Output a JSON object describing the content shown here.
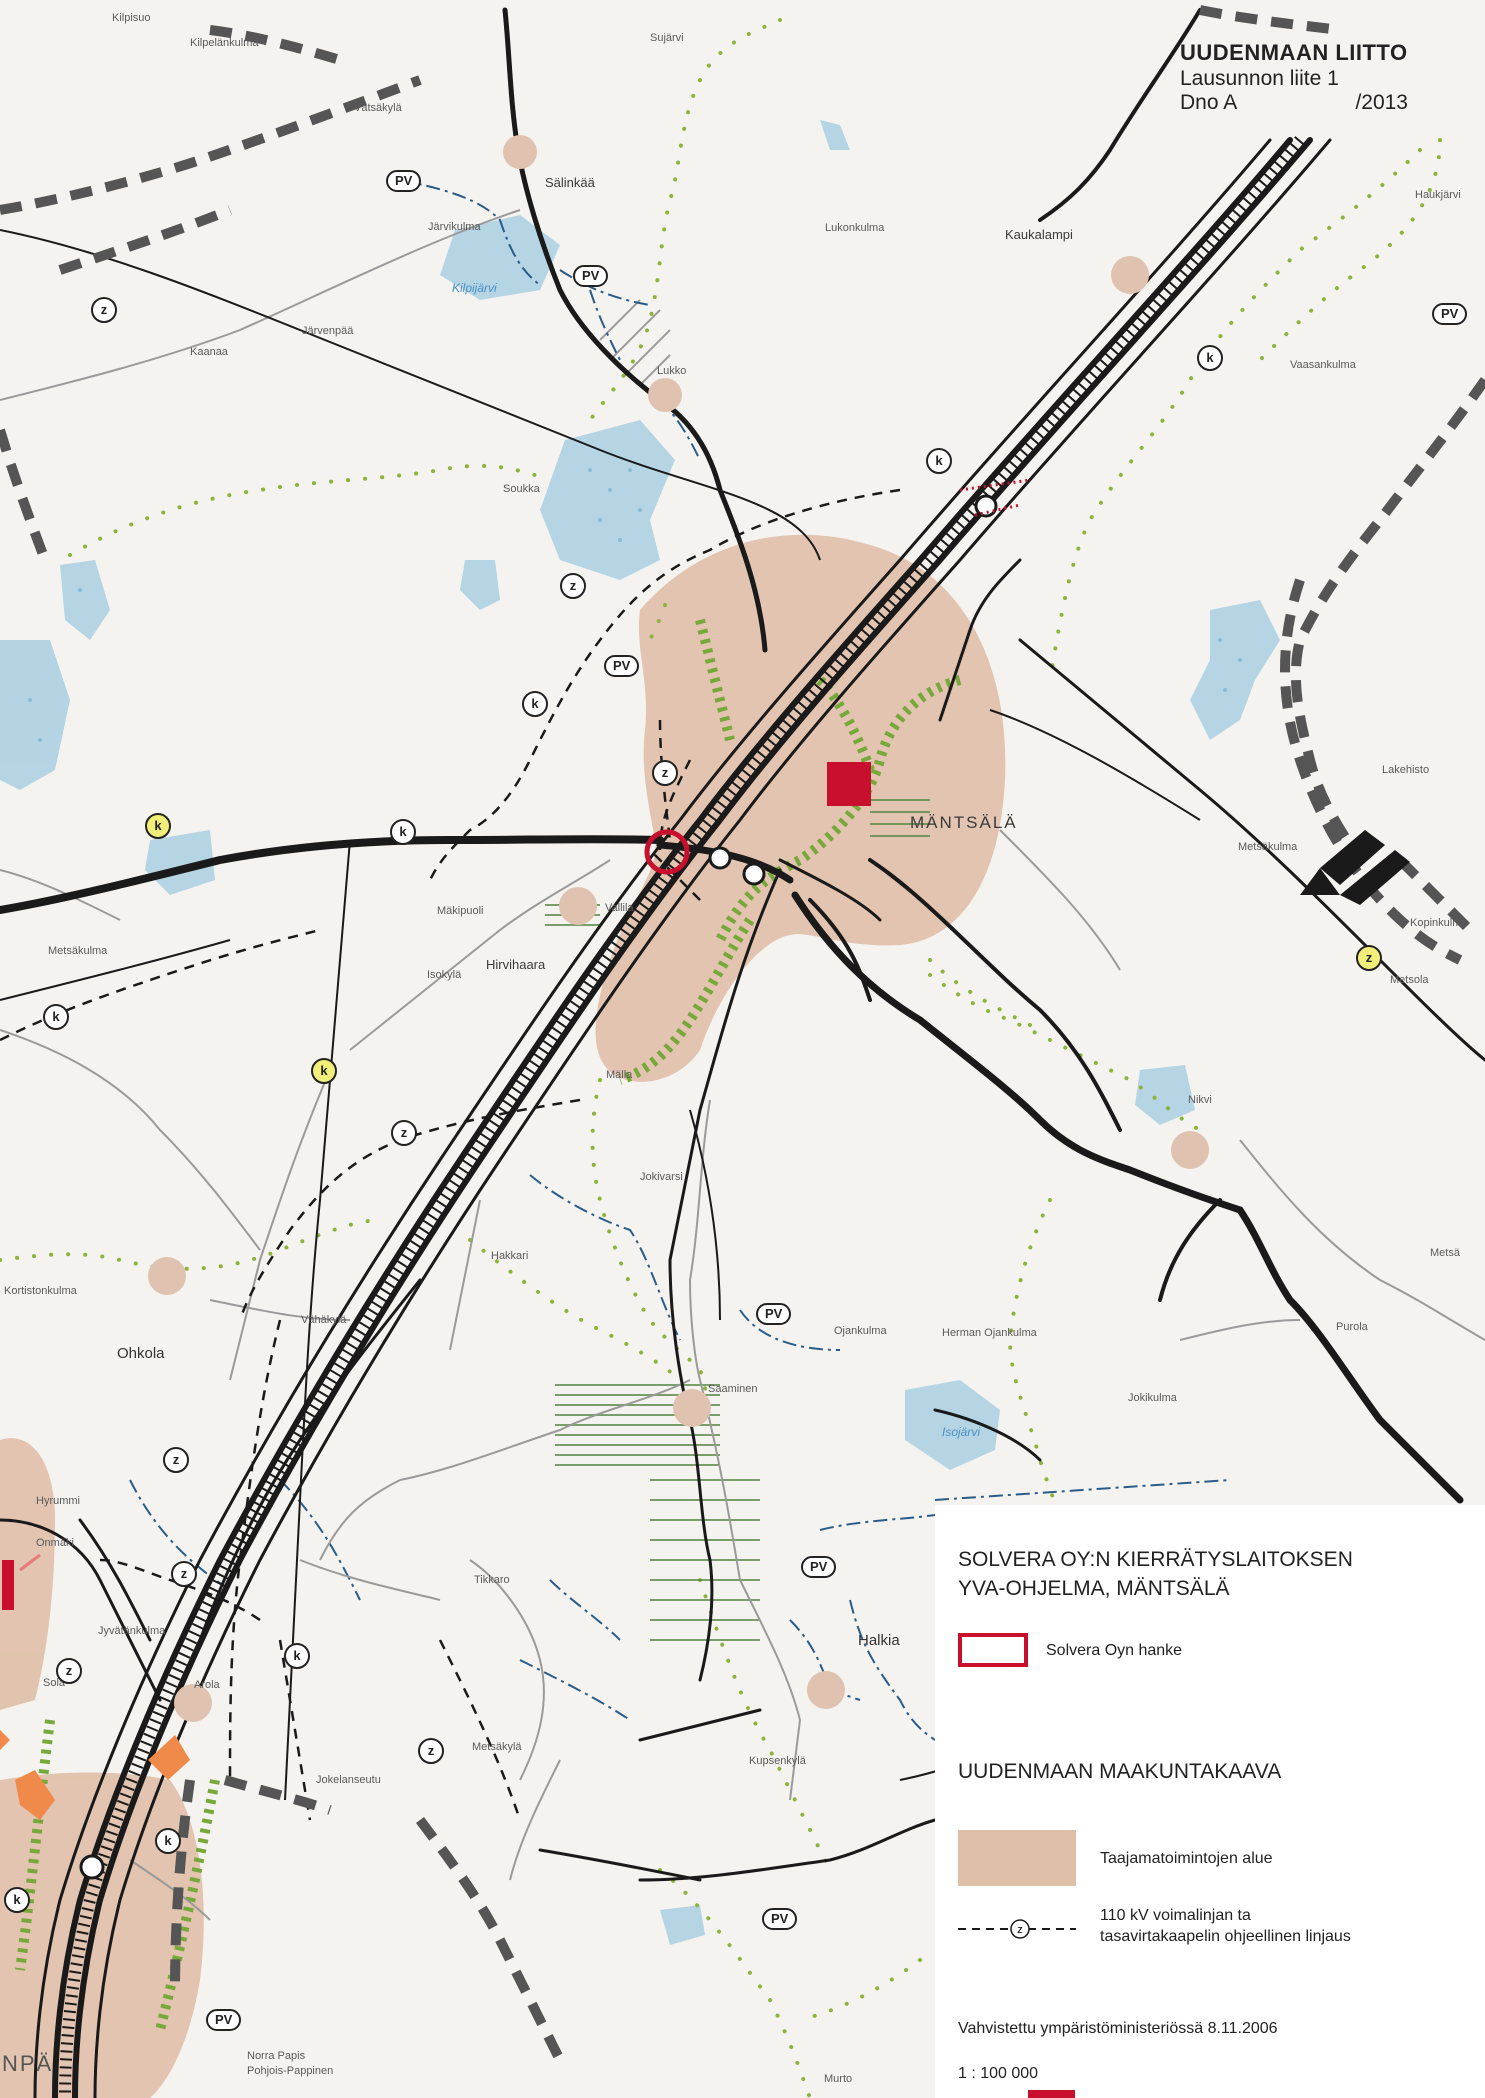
{
  "header": {
    "org": "UUDENMAAN LIITTO",
    "doc": "Lausunnon liite 1",
    "dno_label": "Dno A",
    "dno_year": "/2013"
  },
  "legend": {
    "project_line1": "SOLVERA OY:N KIERRÄTYSLAITOKSEN",
    "project_line2": "YVA-OHJELMA, MÄNTSÄLÄ",
    "hanke_label": "Solvera Oyn hanke",
    "plan_title": "UUDENMAAN MAAKUNTAKAAVA",
    "taajama_label": "Taajamatoimintojen alue",
    "line_label_1": "110 kV voimalinjan ta",
    "line_label_2": "tasavirtakaapelin ohjeellinen linjaus",
    "line_symbol": "z",
    "confirmed": "Vahvistettu ympäristöministeriössä 8.11.2006",
    "scale": "1 : 100 000"
  },
  "colors": {
    "urban": "#e0bfa8",
    "water": "#a9cfe3",
    "green_dots": "#8cb43c",
    "project": "#c8102e",
    "road": "#1a1a1a",
    "boundary_blue": "#2a5c8a"
  },
  "places": {
    "kilpisuo": "Kilpisuo",
    "kilpelankulma": "Kilpelänkulma",
    "vatsakyla": "Vätsäkylä",
    "sujarvi": "Sujärvi",
    "salinkaa": "Sälinkää",
    "jarvikulma": "Järvikulma",
    "kilpijarvi": "Kilpijärvi",
    "jarvenpaa": "Järvenpää",
    "kaanaa": "Kaanaa",
    "lukko": "Lukko",
    "soukka": "Soukka",
    "lukonkulma": "Lukonkulma",
    "kaukalampi": "Kaukalampi",
    "haukjarvi": "Haukjärvi",
    "vaasankulma": "Vaasankulma",
    "lakehisto": "Lakehisto",
    "mantsala": "MÄNTSÄLÄ",
    "metsakulma_e": "Metsäkulma",
    "kopinkulma": "Kopinkulma",
    "metsola": "Metsola",
    "makipuoli": "Mäkipuoli",
    "vallila": "Vallila",
    "metsakulma_w": "Metsäkulma",
    "hirvihaara": "Hirvihaara",
    "isokyla": "Isokylä",
    "malla": "Mälla",
    "nikvi": "Nikvi",
    "jokivarsi": "Jokivarsi",
    "hakkari": "Hakkari",
    "vahakyla": "Vähäkylä",
    "kortistonkulma": "Kortistonkulma",
    "ohkola": "Ohkola",
    "ojankulma": "Ojankulma",
    "hermanojankulma": "Herman Ojankulma",
    "purola": "Purola",
    "metsa_e": "Metsä",
    "jokikulma": "Jokikulma",
    "isojarvi": "Isojärvi",
    "saaminen": "Saaminen",
    "hyrummi": "Hyrummi",
    "onmaki": "Onmäki",
    "jyvatankulma": "Jyvätänkulma",
    "tikkaro": "Tikkaro",
    "halkia": "Halkia",
    "sola": "Sola",
    "arola": "Arola",
    "metsakyla": "Metsäkylä",
    "jokelanseutu": "Jokelanseutu",
    "kupsenkyla": "Kupsenkylä",
    "murto": "Murto",
    "npa": "NPÄ",
    "norrapapis": "Norra Papis",
    "pohjoispapinen": "Pohjois-Pappinen"
  },
  "markers": {
    "pv": "PV",
    "z": "z",
    "k": "k"
  }
}
